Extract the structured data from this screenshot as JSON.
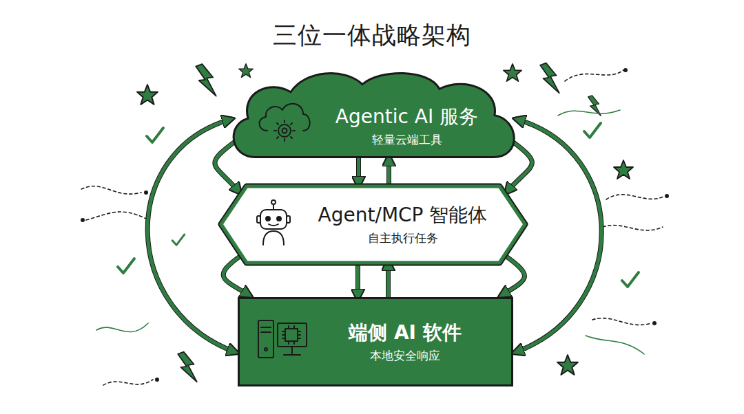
{
  "diagram": {
    "title": "三位一体战略架构",
    "nodes": [
      {
        "text": [
          "Agentic AI 服务",
          "轻量云端工具"
        ]
      },
      {
        "text": [
          "Agent/MCP 智能体",
          "自主执行任务"
        ]
      },
      {
        "text": [
          "端侧 AI 软件",
          "本地安全响应"
        ]
      }
    ],
    "edges": [
      {
        "from": 0,
        "to": 1,
        "arrow": "to"
      },
      {
        "from": 1,
        "to": 0,
        "arrow": "to"
      },
      {
        "from": 1,
        "to": 2,
        "arrow": "to"
      },
      {
        "from": 2,
        "to": 1,
        "arrow": "to"
      },
      {
        "from": 0,
        "to": 1,
        "arrow": "to"
      },
      {
        "from": 0,
        "to": 1,
        "arrow": "to"
      },
      {
        "from": 1,
        "to": 2,
        "arrow": "to"
      },
      {
        "from": 1,
        "to": 2,
        "arrow": "to"
      },
      {
        "from": 0,
        "to": 2,
        "arrow": "both"
      },
      {
        "from": 0,
        "to": 2,
        "arrow": "both"
      }
    ]
  }
}
